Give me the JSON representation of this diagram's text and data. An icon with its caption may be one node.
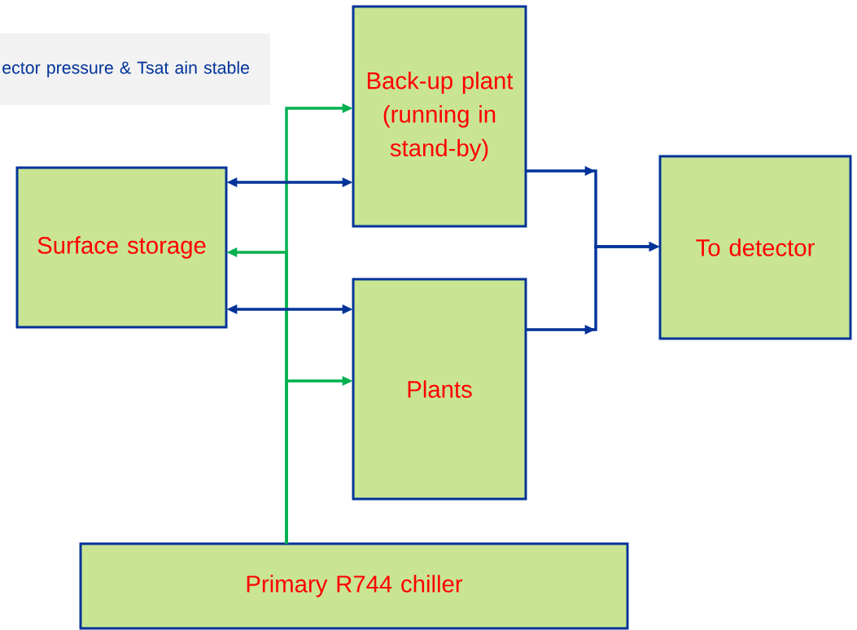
{
  "diagram": {
    "nodes": [
      {
        "text": [
          "ector pressure & Tsat ain stable"
        ]
      },
      {
        "text": [
          "Back-up plant (running in stand-by)"
        ]
      },
      {
        "text": [
          "Surface storage"
        ]
      },
      {
        "text": [
          "To detector"
        ]
      },
      {
        "text": [
          "Plants"
        ]
      },
      {
        "text": [
          "Primary R744 chiller"
        ]
      }
    ],
    "edges": [
      {
        "from": 5,
        "to": 1,
        "arrow": "to",
        "color": "#00b050"
      },
      {
        "from": 5,
        "to": 2,
        "arrow": "to",
        "color": "#00b050"
      },
      {
        "from": 5,
        "to": 4,
        "arrow": "to",
        "color": "#00b050"
      },
      {
        "from": 2,
        "to": 1,
        "arrow": "both"
      },
      {
        "from": 2,
        "to": 4,
        "arrow": "both"
      },
      {
        "from": 1,
        "to": 3,
        "arrow": "to"
      },
      {
        "from": 4,
        "to": 3,
        "arrow": "to"
      }
    ]
  }
}
